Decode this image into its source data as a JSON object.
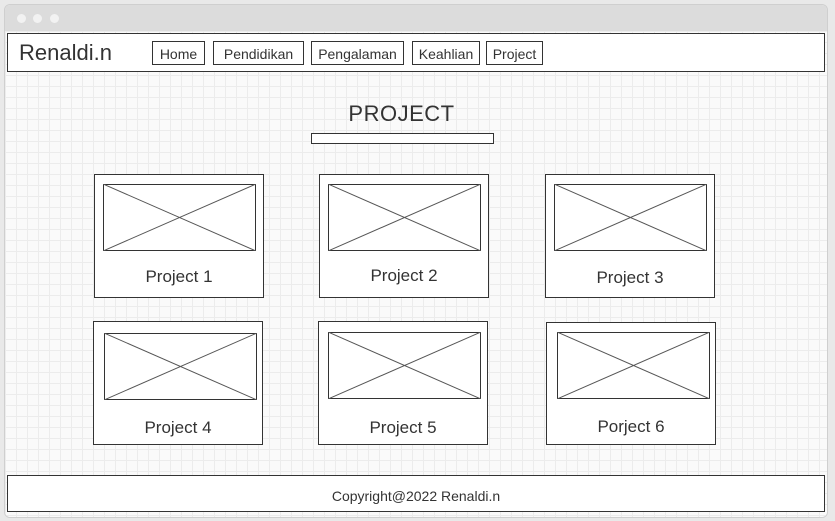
{
  "brand": "Renaldi.n",
  "nav": [
    {
      "label": "Home"
    },
    {
      "label": "Pendidikan"
    },
    {
      "label": "Pengalaman"
    },
    {
      "label": "Keahlian"
    },
    {
      "label": "Project"
    }
  ],
  "section_title": "PROJECT",
  "projects": [
    {
      "label": "Project 1"
    },
    {
      "label": "Project 2"
    },
    {
      "label": "Project 3"
    },
    {
      "label": "Project 4"
    },
    {
      "label": "Project 5"
    },
    {
      "label": "Porject 6"
    }
  ],
  "footer": {
    "copyright": "Copyright@2022 Renaldi.n"
  }
}
